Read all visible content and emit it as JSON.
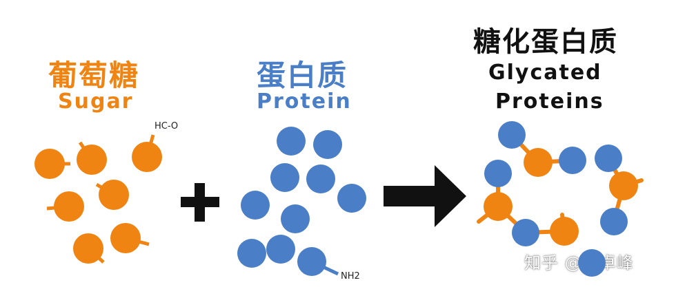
{
  "colors": {
    "sugar": "#ef8412",
    "protein": "#4a7ec6",
    "black": "#111111",
    "watermark": "#ffffff"
  },
  "sugar": {
    "zh_label": "葡萄糖",
    "en_label": "Sugar",
    "group_label": "HC-O"
  },
  "operator": {
    "symbol": "+"
  },
  "protein": {
    "zh_label": "蛋白质",
    "en_label": "Protein",
    "group_label": "NH2"
  },
  "arrow": {
    "icon": "right-arrow-icon"
  },
  "glycated": {
    "zh_label": "糖化蛋白质",
    "en_line1": "Glycated",
    "en_line2": "Proteins"
  },
  "watermark": {
    "text": "知乎 @王卓峰"
  }
}
